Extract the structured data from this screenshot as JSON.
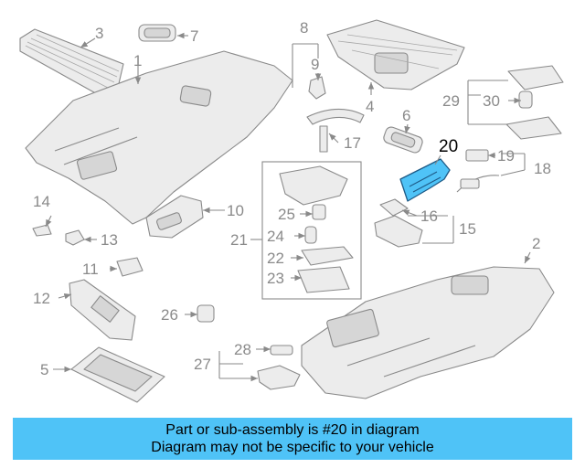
{
  "highlight_color": "#4fc3f7",
  "highlighted_part": "20",
  "callouts": [
    "1",
    "2",
    "3",
    "4",
    "5",
    "6",
    "7",
    "8",
    "9",
    "10",
    "11",
    "12",
    "13",
    "14",
    "15",
    "16",
    "17",
    "18",
    "19",
    "20",
    "21",
    "22",
    "23",
    "24",
    "25",
    "26",
    "27",
    "28",
    "29",
    "30"
  ],
  "banner": {
    "line1": "Part or sub-assembly is #20 in diagram",
    "line2": "Diagram may not be specific to your vehicle"
  }
}
